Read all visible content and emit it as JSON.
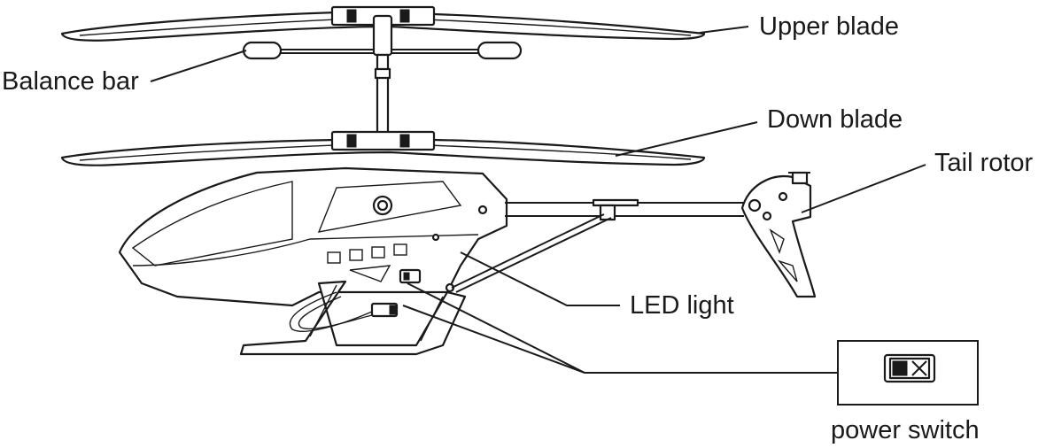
{
  "diagram": {
    "labels": {
      "upper_blade": "Upper blade",
      "balance_bar": "Balance bar",
      "down_blade": "Down blade",
      "tail_rotor": "Tail rotor",
      "led_light": "LED light",
      "power_switch": "power switch"
    }
  }
}
